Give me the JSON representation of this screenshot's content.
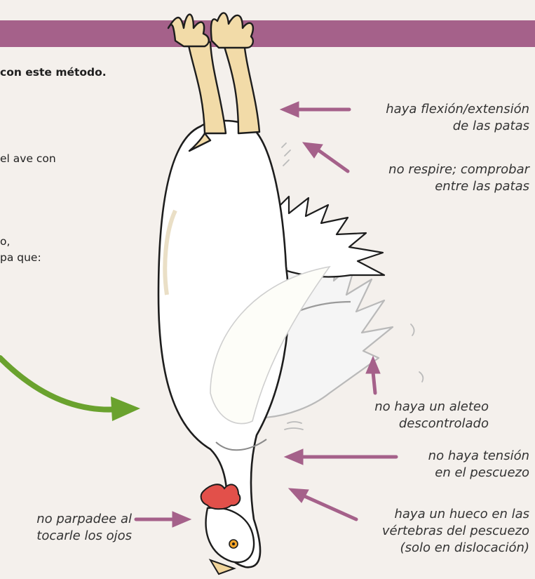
{
  "header": {
    "band_color": "#a5618a"
  },
  "body_text": {
    "line_method": "con este método.",
    "line_bird": "el ave con",
    "line_comma": "o,",
    "line_step": "pa que:"
  },
  "annotations": {
    "leg_flexion": [
      "haya flexión/extensión",
      "de las patas"
    ],
    "breathing": [
      "no respire; comprobar",
      "entre las patas"
    ],
    "flapping": [
      "no haya un aleteo",
      "descontrolado"
    ],
    "neck_tension": [
      "no haya tensión",
      "en el pescuezo"
    ],
    "vertebrae_gap": [
      "haya un hueco en las",
      "vértebras del pescuezo",
      "(solo en dislocación)"
    ],
    "eye_blink": [
      "no parpadee al",
      "tocarle los ojos"
    ]
  },
  "colors": {
    "arrow": "#a5618a",
    "green_arrow": "#6aa22e",
    "background": "#f4f0ec",
    "leg": "#f2dba8"
  },
  "icons": {
    "bird": "hanging-chicken-illustration",
    "arrows": "pointer-arrows"
  }
}
